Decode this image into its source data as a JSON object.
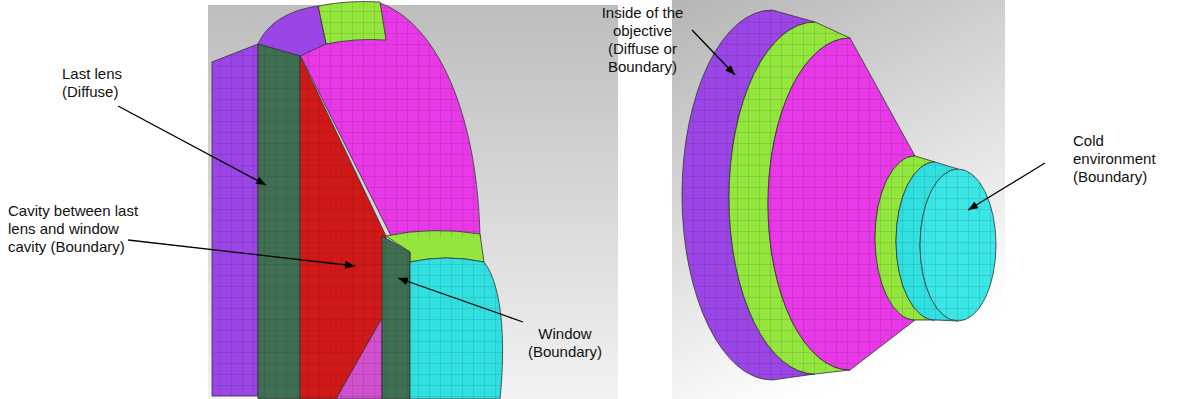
{
  "diagram": {
    "labels": [
      "Last lens (Diffuse)",
      "Cavity between last lens and window cavity (Boundary)",
      "Window (Boundary)",
      "Inside of the objective (Diffuse or Boundary)",
      "Cold environment (Boundary)"
    ]
  }
}
